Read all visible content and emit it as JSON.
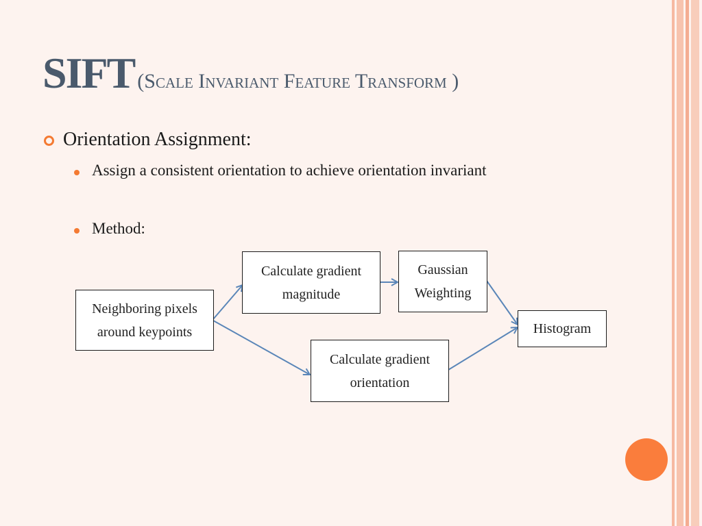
{
  "slide": {
    "title_main": "SIFT",
    "title_sub": "(Scale Invariant Feature Transform )",
    "bullet1": "Orientation Assignment:",
    "sub_bullets": [
      "Assign a consistent orientation to achieve orientation invariant",
      "Method:"
    ]
  },
  "diagram": {
    "nodes": {
      "neighboring": "Neighboring pixels around keypoints",
      "magnitude": "Calculate gradient magnitude",
      "gaussian": "Gaussian Weighting",
      "orientation": "Calculate gradient orientation",
      "histogram": "Histogram"
    },
    "edges": [
      [
        "neighboring",
        "magnitude"
      ],
      [
        "magnitude",
        "gaussian"
      ],
      [
        "neighboring",
        "orientation"
      ],
      [
        "gaussian",
        "histogram"
      ],
      [
        "orientation",
        "histogram"
      ]
    ]
  },
  "colors": {
    "accent": "#f47a32",
    "title": "#4a5a6c",
    "arrow": "#5a86b8",
    "background": "#fdf3ef"
  }
}
